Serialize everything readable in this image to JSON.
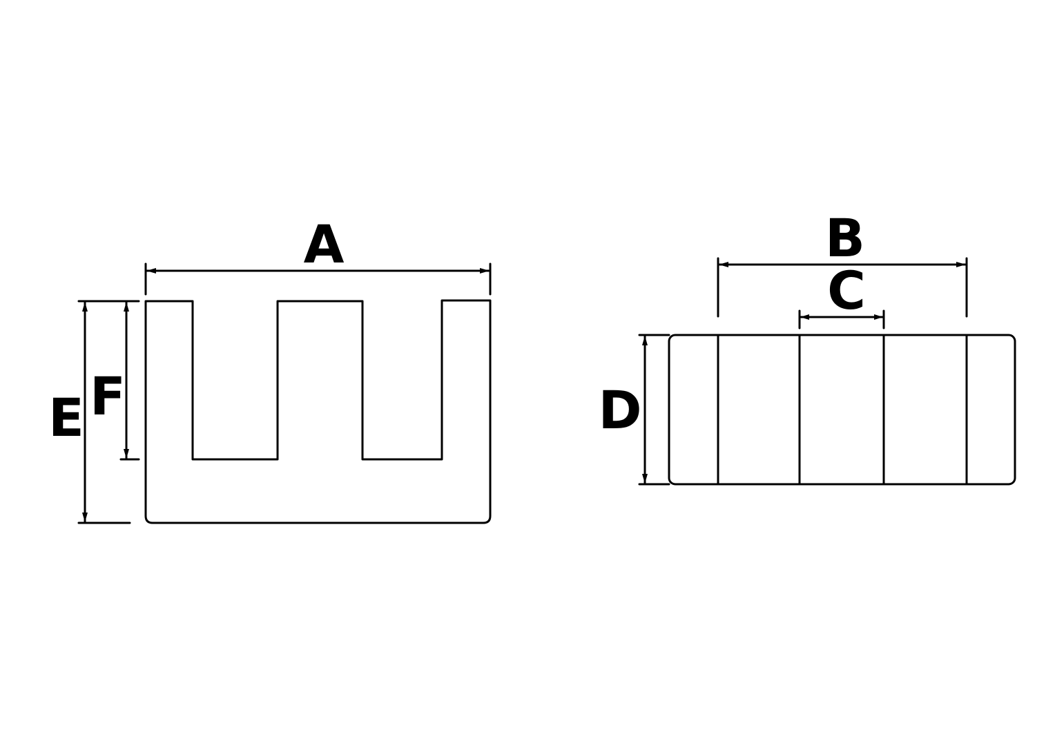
{
  "diagram": {
    "colors": {
      "line": "#000000",
      "background": "#ffffff"
    },
    "front_view": {
      "labels": {
        "width": "A",
        "height": "E",
        "window_depth": "F"
      }
    },
    "side_view": {
      "labels": {
        "length": "B",
        "center_leg": "C",
        "thickness": "D"
      }
    }
  }
}
